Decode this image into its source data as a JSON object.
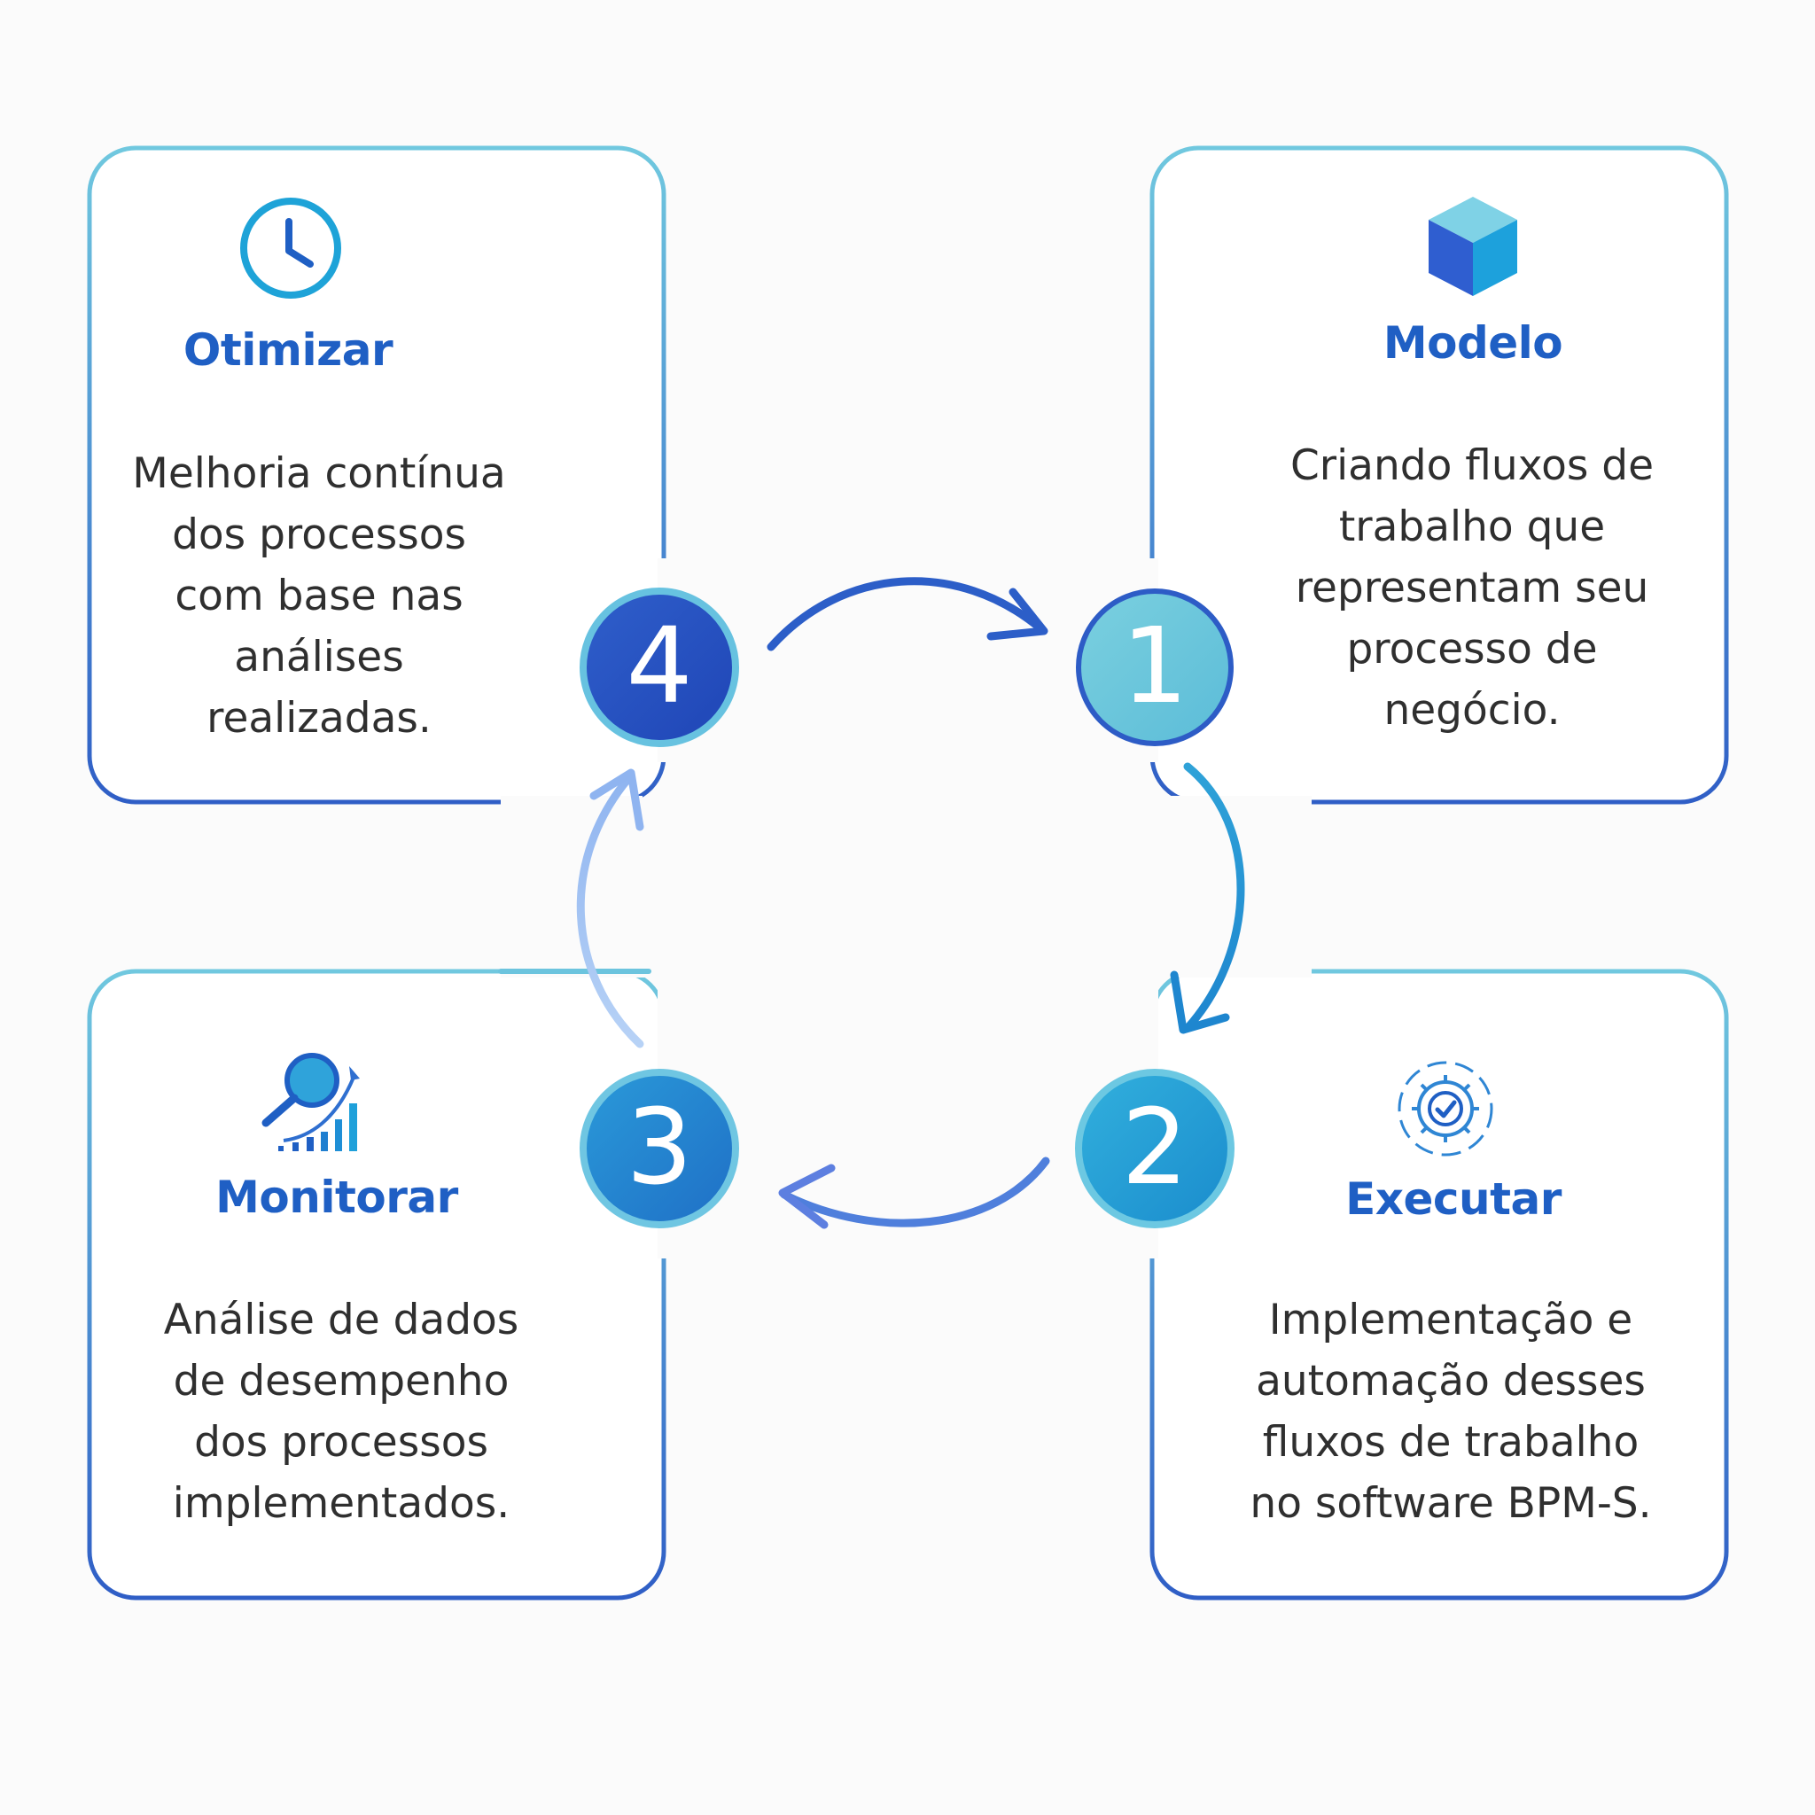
{
  "steps": [
    {
      "number": "1",
      "title": "Modelo",
      "icon": "cube-icon",
      "description_lines": [
        "Criando fluxos de",
        "trabalho que",
        "representam seu",
        "processo de",
        "negócio."
      ]
    },
    {
      "number": "2",
      "title": "Executar",
      "icon": "gear-check-icon",
      "description_lines": [
        "Implementação e",
        "automação desses",
        "fluxos de trabalho",
        "no software BPM-S."
      ]
    },
    {
      "number": "3",
      "title": "Monitorar",
      "icon": "magnifier-chart-icon",
      "description_lines": [
        "Análise de dados",
        "de desempenho",
        "dos processos",
        "implementados."
      ]
    },
    {
      "number": "4",
      "title": "Otimizar",
      "icon": "clock-icon",
      "description_lines": [
        "Melhoria contínua",
        "dos processos",
        "com base nas",
        "análises",
        "realizadas."
      ]
    }
  ],
  "colors": {
    "title_blue": "#1f5fc4",
    "text_dark": "#2f2f2f",
    "border_light": "#6cc3dd",
    "border_dark": "#2e5fc6",
    "circle_1": "#6ec8dc",
    "circle_2": "#1e9fd6",
    "circle_3": "#2388d2",
    "circle_4": "#2750c0"
  }
}
